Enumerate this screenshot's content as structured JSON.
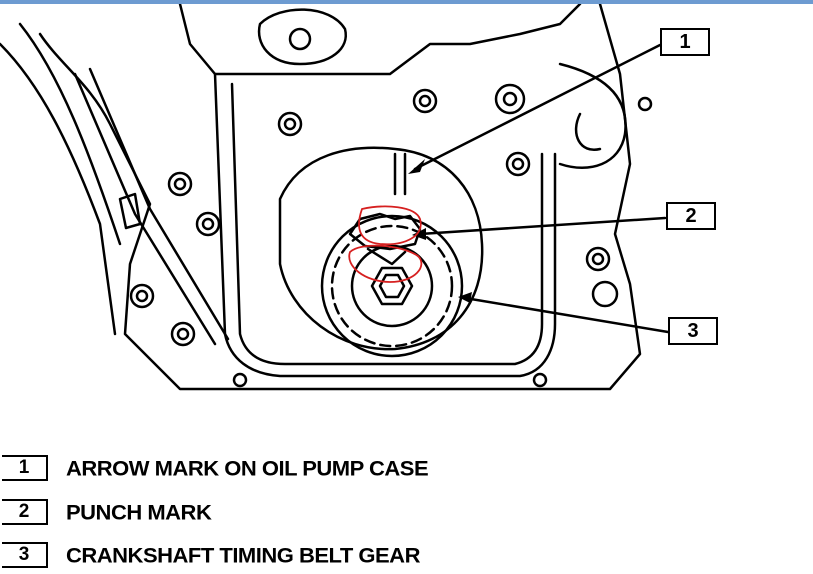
{
  "callouts": [
    {
      "number": "1"
    },
    {
      "number": "2"
    },
    {
      "number": "3"
    }
  ],
  "legend": [
    {
      "number": "1",
      "text": "ARROW MARK ON OIL PUMP CASE"
    },
    {
      "number": "2",
      "text": "PUNCH MARK"
    },
    {
      "number": "3",
      "text": "CRANKSHAFT TIMING BELT GEAR"
    }
  ],
  "colors": {
    "line": "#000000",
    "annotation": "#d62020",
    "frame": "#6d9bd1"
  }
}
